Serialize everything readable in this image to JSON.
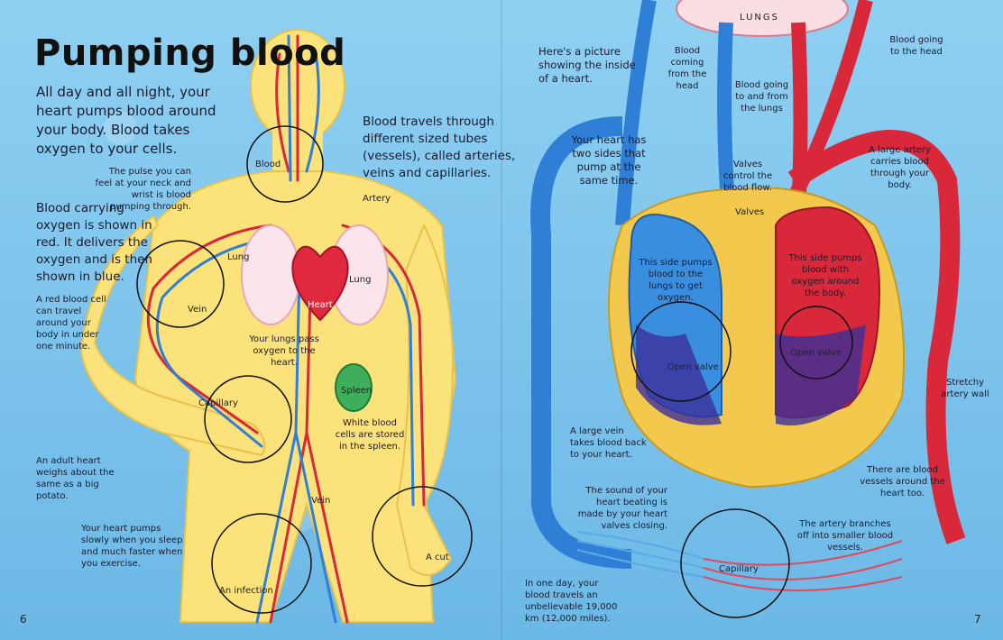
{
  "left_page": {
    "title": "Pumping blood",
    "intro": "All day and all night, your heart pumps blood around your body. Blood takes oxygen to your cells.",
    "vessels_text": "Blood travels through different sized tubes (vessels), called arteries, veins and capillaries.",
    "pulse_text": "The pulse you can feel at your neck and wrist is blood pumping through.",
    "oxygen_text": "Blood carrying oxygen is shown in red. It delivers the oxygen and is then shown in blue.",
    "red_cell_text": "A red blood cell can travel around your body in under one minute.",
    "heart_weight_text": "An adult heart weighs about the same as a big potato.",
    "pump_slowly_text": "Your heart pumps slowly when you sleep and much faster when you exercise.",
    "lungs_text": "Your lungs pass oxygen to the heart.",
    "spleen_text": "White blood cells are stored in the spleen.",
    "labels": {
      "blood": "Blood",
      "artery": "Artery",
      "lung_left": "Lung",
      "lung_right": "Lung",
      "heart": "Heart",
      "vein": "Vein",
      "capillary": "Capillary",
      "spleen": "Spleen",
      "vein_lower": "Vein",
      "a_cut": "A cut",
      "an_infection": "An infection"
    },
    "page_number": "6"
  },
  "right_page": {
    "lungs_label": "LUNGS",
    "picture_text": "Here's a picture showing the inside of a heart.",
    "two_sides_text": "Your heart has two sides that pump at the same time.",
    "blood_head_text": "Blood coming from the head",
    "blood_lungs_text": "Blood going to and from the lungs",
    "blood_going_head_text": "Blood going to the head",
    "large_artery_text": "A large artery carries blood through your body.",
    "valves_control_text": "Valves control the blood flow.",
    "valves_label": "Valves",
    "left_side_text": "This side pumps blood to the lungs to get oxygen.",
    "right_side_text": "This side pumps blood with oxygen around the body.",
    "open_valve_left": "Open valve",
    "open_valve_right": "Open valve",
    "stretchy_text": "Stretchy artery wall",
    "large_vein_text": "A large vein takes blood back to your heart.",
    "vessels_heart_text": "There are blood vessels around the heart too.",
    "sound_text": "The sound of your heart beating is made by your heart valves closing.",
    "artery_branches_text": "The artery branches off into smaller blood vessels.",
    "capillary_label": "Capillary",
    "one_day_text": "In one day, your blood travels an unbelievable 19,000 km (12,000 miles).",
    "page_number": "7"
  },
  "colors": {
    "background": "#7ec4ec",
    "body": "#fbe27a",
    "artery": "#d8283a",
    "vein": "#2f7fd6",
    "heart_wall": "#f2c94c"
  }
}
